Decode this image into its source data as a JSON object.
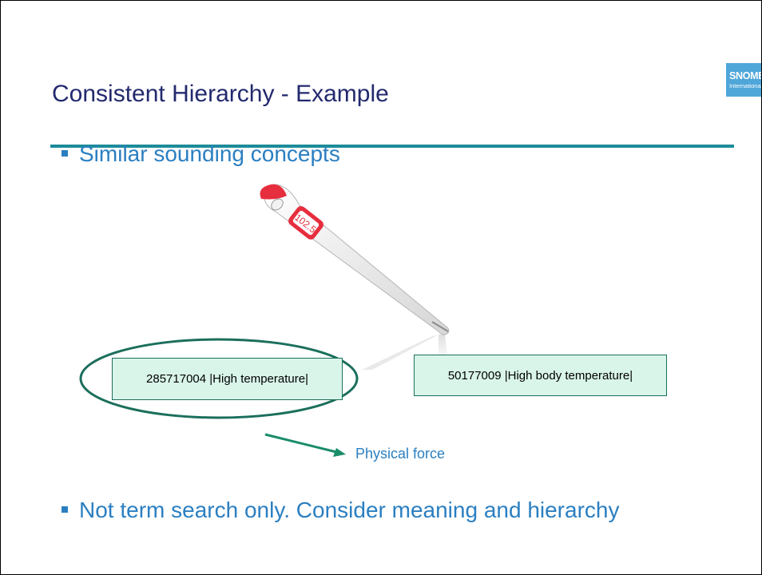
{
  "slide": {
    "title": "Consistent Hierarchy - Example",
    "bullets": [
      "Similar sounding concepts",
      "Not term search only. Consider meaning and hierarchy"
    ]
  },
  "logo": {
    "line1": "SNOMED",
    "line2": "International"
  },
  "thermometer": {
    "display": "102.5"
  },
  "concepts": [
    {
      "label": "285717004 |High temperature|",
      "circled": true
    },
    {
      "label": "50177009 |High body temperature|",
      "circled": false
    }
  ],
  "annotation": {
    "label": "Physical force"
  },
  "colors": {
    "title": "#232a6e",
    "bullet": "#2b7fc1",
    "rule": "#1c8c9a",
    "box_fill": "#d9f5ea",
    "ellipse": "#1b6f5c",
    "arrow": "#1a8c6a"
  }
}
